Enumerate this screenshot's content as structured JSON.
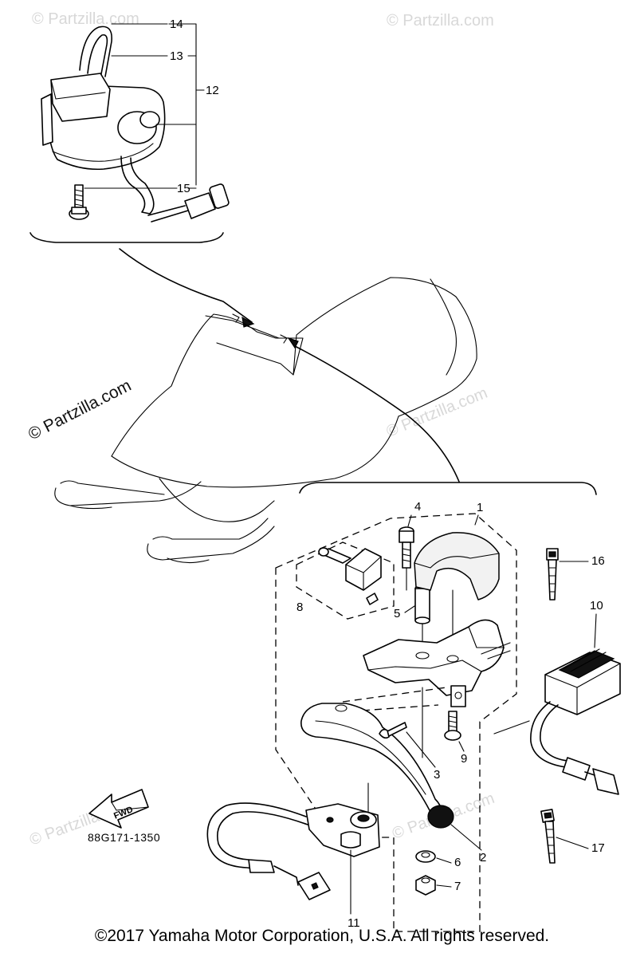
{
  "watermarks": {
    "top_left": "© Partzilla.com",
    "top_right": "© Partzilla.com",
    "main": "© Partzilla.com",
    "mid_right": "© Partzilla.com",
    "bottom_left": "© Partzilla.com",
    "bottom_right": "© Partzilla.com"
  },
  "callouts": {
    "c1": "1",
    "c2": "2",
    "c3": "3",
    "c4": "4",
    "c5": "5",
    "c6": "6",
    "c7": "7",
    "c8": "8",
    "c9": "9",
    "c10": "10",
    "c11": "11",
    "c12": "12",
    "c13": "13",
    "c14": "14",
    "c15": "15",
    "c16": "16",
    "c17": "17"
  },
  "fwd_label": "FWD",
  "diagram_code": "88G171-1350",
  "copyright": "©2017  Yamaha Motor Corporation, U.S.A. All rights reserved."
}
